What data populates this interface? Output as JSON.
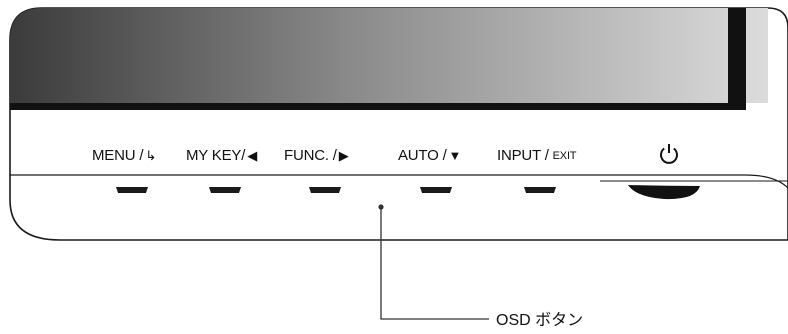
{
  "monitor": {
    "buttons": [
      {
        "text": "MENU / ",
        "glyph": "↳",
        "small": ""
      },
      {
        "text": "MY KEY/",
        "glyph": "◀",
        "small": ""
      },
      {
        "text": "FUNC. /",
        "glyph": "▶",
        "small": ""
      },
      {
        "text": "AUTO / ",
        "glyph": "▼",
        "small": ""
      },
      {
        "text": "INPUT / ",
        "glyph": "",
        "small": "EXIT"
      }
    ],
    "power_icon": "power-icon"
  },
  "callout": {
    "label": "OSD ボタン"
  },
  "colors": {
    "screen_dark": "#3a3a3a",
    "screen_light": "#d8d8d8",
    "bezel": "#111111",
    "button": "#1a1a1a",
    "line": "#333333"
  }
}
